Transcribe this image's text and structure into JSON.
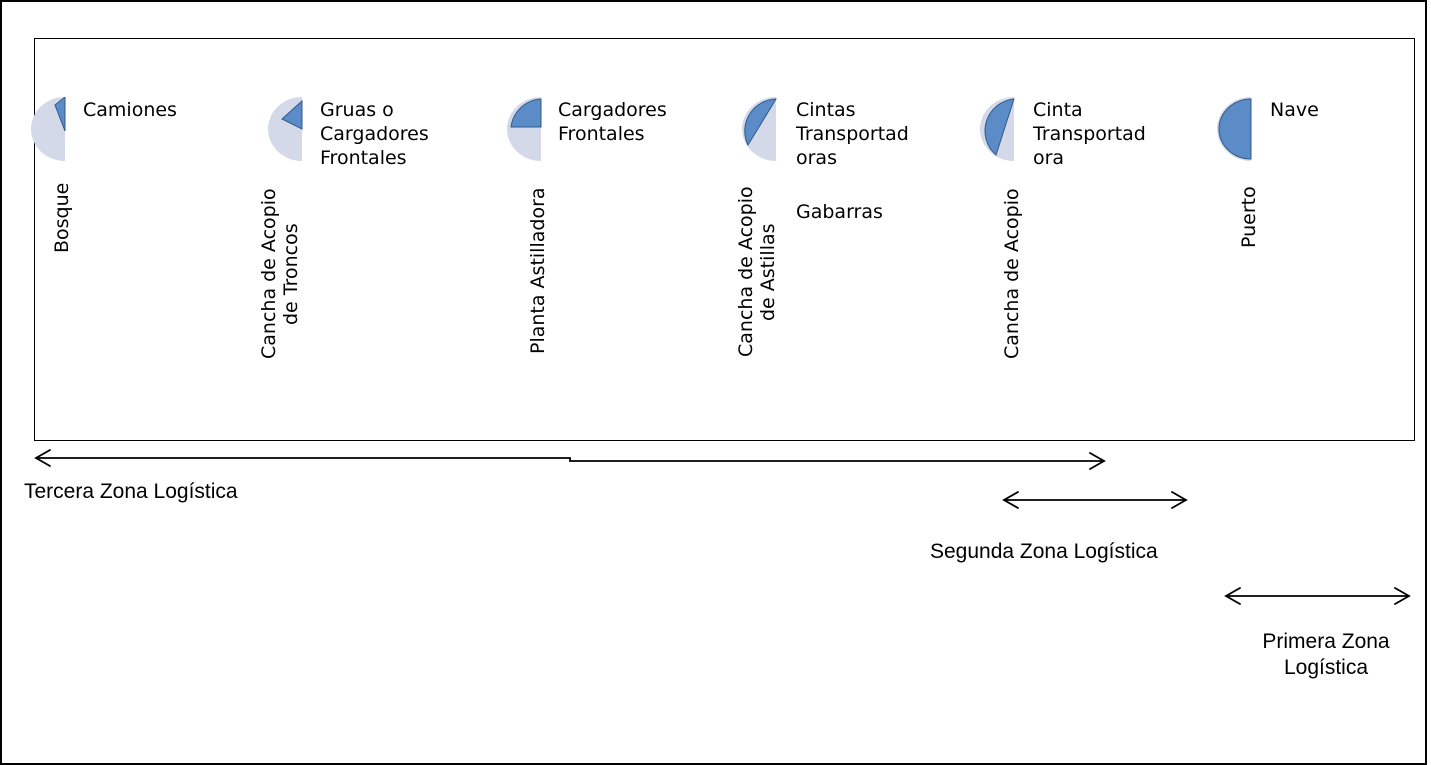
{
  "stages": [
    {
      "location": [
        "Bosque"
      ],
      "transport": [
        "Camiones"
      ]
    },
    {
      "location": [
        "Cancha de Acopio",
        "de Troncos"
      ],
      "transport": [
        "Gruas o",
        "Cargadores",
        "Frontales"
      ]
    },
    {
      "location": [
        "Planta Astilladora"
      ],
      "transport": [
        "Cargadores",
        "Frontales"
      ]
    },
    {
      "location": [
        "Cancha de Acopio",
        "de Astillas"
      ],
      "transport": [
        "Cintas",
        "Transportad",
        "oras"
      ],
      "extra": "Gabarras"
    },
    {
      "location": [
        "Cancha de Acopio"
      ],
      "transport": [
        "Cinta",
        "Transportad",
        "ora"
      ]
    },
    {
      "location": [
        "Puerto"
      ],
      "transport": [
        "Nave"
      ]
    }
  ],
  "zones": [
    {
      "lines": [
        "Tercera Zona Logística"
      ]
    },
    {
      "lines": [
        "Segunda Zona Logística"
      ]
    },
    {
      "lines": [
        "Primera Zona",
        "Logística"
      ]
    }
  ],
  "colors": {
    "icon_background": "#d3d9e9",
    "icon_fill": "#5b8cc8",
    "icon_stroke": "#2f5a8a"
  }
}
